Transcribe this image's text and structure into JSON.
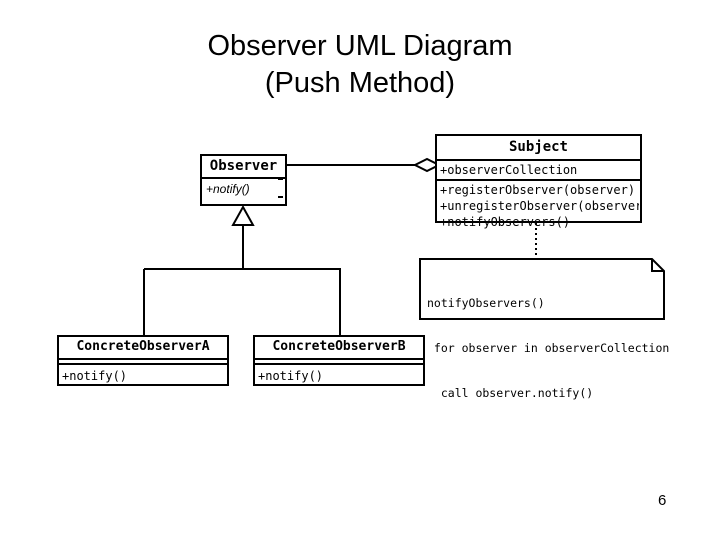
{
  "slide": {
    "title_line1": "Observer UML Diagram",
    "title_line2": "(Push Method)",
    "page_number": "6",
    "background_color": "#ffffff",
    "line_color": "#000000"
  },
  "diagram": {
    "type": "uml-class-diagram",
    "classes": [
      {
        "id": "observer",
        "name": "Observer",
        "stereotype": "interface",
        "attributes": [],
        "operations": [
          "+notify()"
        ],
        "operations_italic": true,
        "abstract": true
      },
      {
        "id": "subject",
        "name": "Subject",
        "attributes": [
          "+observerCollection"
        ],
        "operations": [
          "+registerObserver(observer)",
          "+unregisterObserver(observer)",
          "+notifyObservers()"
        ],
        "operations_italic": false,
        "abstract": false
      },
      {
        "id": "concrete-observer-a",
        "name": "ConcreteObserverA",
        "attributes": [],
        "operations": [
          "+notify()"
        ],
        "operations_italic": false,
        "abstract": false
      },
      {
        "id": "concrete-observer-b",
        "name": "ConcreteObserverB",
        "attributes": [],
        "operations": [
          "+notify()"
        ],
        "operations_italic": false,
        "abstract": false
      }
    ],
    "relationships": [
      {
        "id": "subject-observer-aggregation",
        "type": "aggregation",
        "from": "subject",
        "to": "observer",
        "diamond": "hollow"
      },
      {
        "id": "concrete-a-generalization",
        "type": "generalization",
        "from": "concrete-observer-a",
        "to": "observer",
        "arrow": "hollow-triangle"
      },
      {
        "id": "concrete-b-generalization",
        "type": "generalization",
        "from": "concrete-observer-b",
        "to": "observer",
        "arrow": "hollow-triangle"
      },
      {
        "id": "note-anchor",
        "type": "note-link",
        "from": "note",
        "to": "subject",
        "style": "dotted"
      }
    ],
    "note": {
      "id": "note",
      "lines": [
        "notifyObservers()",
        " for observer in observerCollection",
        "  call observer.notify()"
      ]
    }
  }
}
